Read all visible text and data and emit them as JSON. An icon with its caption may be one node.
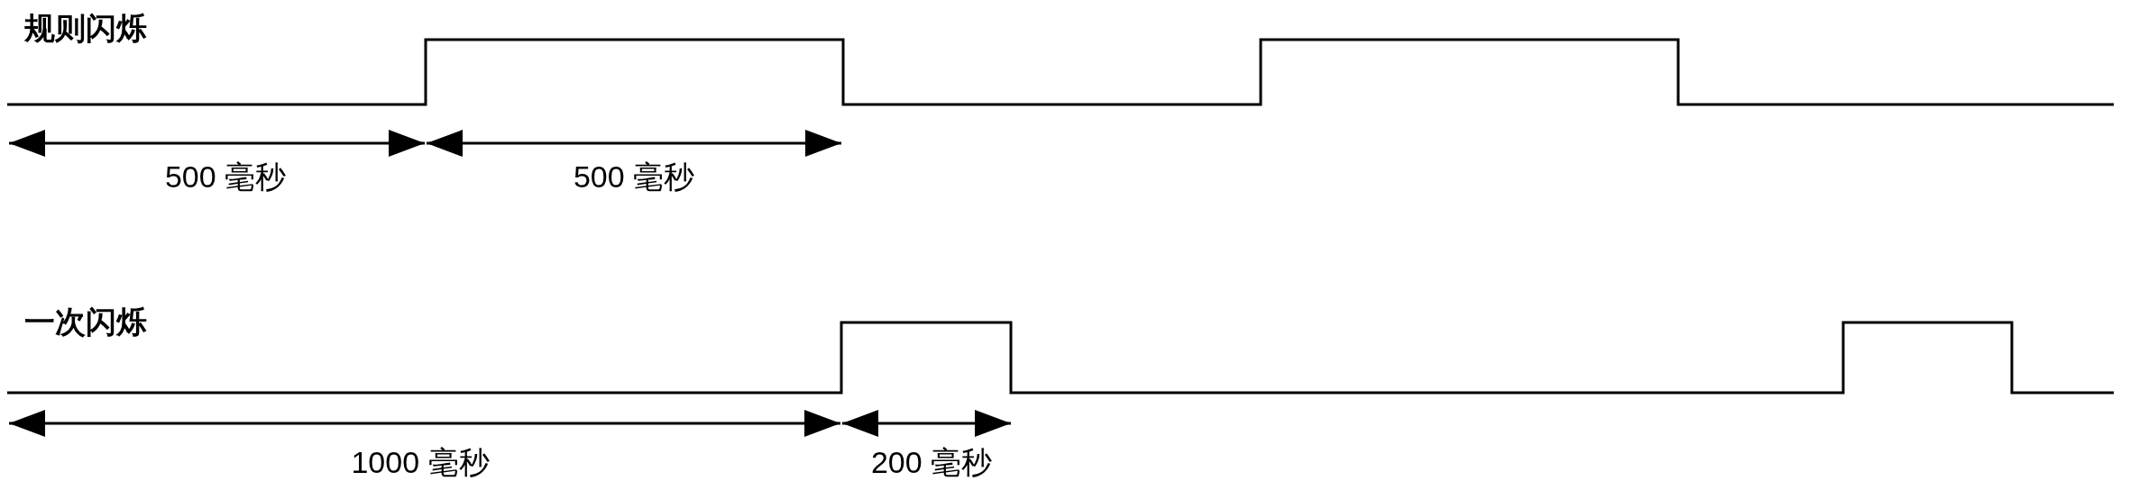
{
  "diagram": {
    "labels": [
      "规则闪烁",
      "500 毫秒",
      "500 毫秒",
      "一次闪烁",
      "1000 毫秒",
      "200 毫秒"
    ]
  }
}
